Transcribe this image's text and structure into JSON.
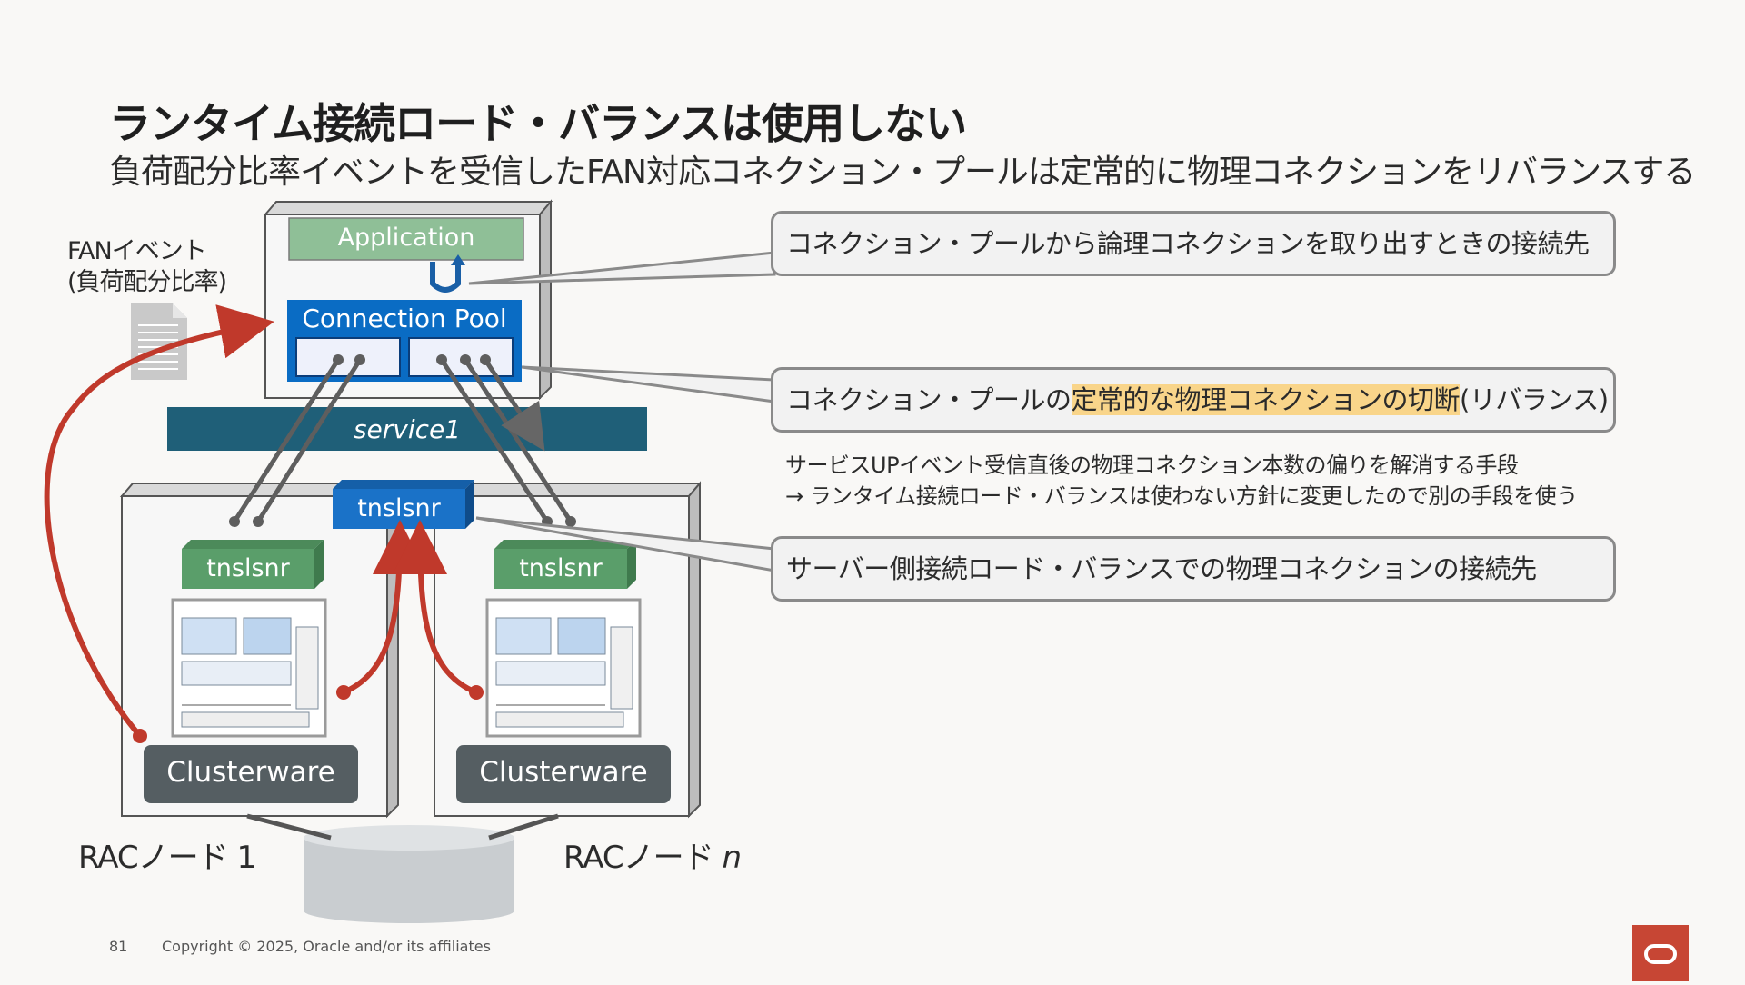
{
  "slide": {
    "title": "ランタイム接続ロード・バランスは使用しない",
    "subtitle": "負荷配分比率イベントを受信したFAN対応コネクション・プールは定常的に物理コネクションをリバランスする",
    "page_number": "81",
    "copyright": "Copyright © 2025, Oracle and/or its affiliates"
  },
  "diagram": {
    "fan_event_line1": "FANイベント",
    "fan_event_line2": "(負荷配分比率)",
    "application_label": "Application",
    "connection_pool_label": "Connection Pool",
    "service_label": "service1",
    "scan_listener_label": "tnslsnr",
    "node1_listener_label": "tnslsnr",
    "node2_listener_label": "tnslsnr",
    "node1_clusterware_label": "Clusterware",
    "node2_clusterware_label": "Clusterware",
    "node1_label": "RACノード 1",
    "node2_label_prefix": "RACノード ",
    "node2_label_n": "n"
  },
  "callouts": {
    "logical_connection": "コネクション・プールから論理コネクションを取り出すときの接続先",
    "rebalance_prefix": "コネクション・プールの",
    "rebalance_highlight": "定常的な物理コネクションの切断",
    "rebalance_suffix": "(リバランス)",
    "server_side": "サーバー側接続ロード・バランスでの物理コネクションの接続先"
  },
  "notes": {
    "line1": "サービスUPイベント受信直後の物理コネクション本数の偏りを解消する手段",
    "line2": "→ ランタイム接続ロード・バランスは使わない方針に変更したので別の手段を使う"
  },
  "colors": {
    "application_green": "#8fbf97",
    "pool_blue": "#0a6cc4",
    "service_teal": "#1f5f78",
    "scan_blue": "#1a72c8",
    "listener_green": "#5a9e6a",
    "clusterware_gray": "#555e62",
    "fan_arrow_red": "#c0392b",
    "highlight": "#f9d58a",
    "oracle_red": "#c74634"
  }
}
